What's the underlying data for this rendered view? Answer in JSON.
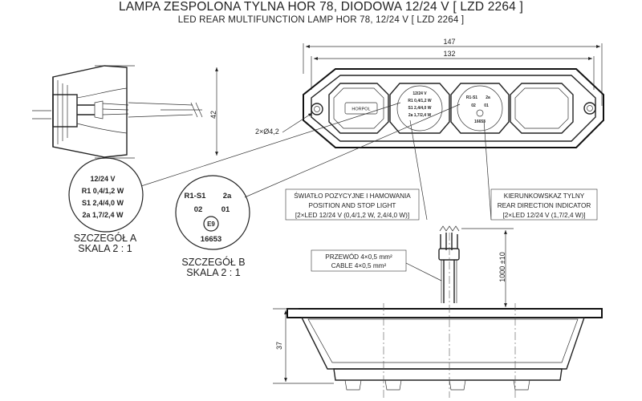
{
  "header": {
    "title_pl": "LAMPA ZESPOLONA TYLNA HOR 78, DIODOWA 12/24 V [ LZD 2264 ]",
    "title_en": "LED REAR MULTIFUNCTION LAMP HOR 78, 12/24 V [ LZD 2264 ]"
  },
  "dimensions": {
    "overall_width": "147",
    "inner_width": "132",
    "side_height": "42",
    "holes": "2×Ø4,2",
    "cable_length": "1000 ±10",
    "bottom_height": "37"
  },
  "detail_a": {
    "line1": "12/24 V",
    "line2": "R1 0,4/1,2 W",
    "line3": "S1 2,4/4,0 W",
    "line4": "2a 1,7/2,4 W",
    "caption1": "SZCZEGÓŁ A",
    "caption2": "SKALA 2 : 1"
  },
  "detail_b": {
    "code_left": "R1-S1",
    "code_right": "2a",
    "num_left": "02",
    "num_right": "01",
    "emark": "E9",
    "approval": "16653",
    "caption1": "SZCZEGÓŁ B",
    "caption2": "SKALA 2 : 1"
  },
  "lamp_front": {
    "logo": "HORPOL",
    "a_line1": "12/24 V",
    "a_line2": "R1 0,4/1,2 W",
    "a_line3": "S1 2,4/4,0 W",
    "a_line4": "2a 1,7/2,4 W",
    "b_line1": "R1-S1",
    "b_line1b": "2a",
    "b_line2": "02",
    "b_line2b": "01",
    "b_approval": "16653"
  },
  "callout_position": {
    "line1": "ŚWIATŁO POZYCYJNE I HAMOWANIA",
    "line2": "POSITION AND STOP LIGHT",
    "line3": "[2×LED 12/24 V (0,4/1,2 W, 2,4/4,0 W)]"
  },
  "callout_direction": {
    "line1": "KIERUNKOWSKAZ TYLNY",
    "line2": "REAR DIRECTION INDICATOR",
    "line3": "[2×LED 12/24 V (1,7/2,4 W)]"
  },
  "callout_cable": {
    "line1": "PRZEWÓD 4×0,5 mm²",
    "line2": "CABLE 4×0,5 mm²"
  }
}
